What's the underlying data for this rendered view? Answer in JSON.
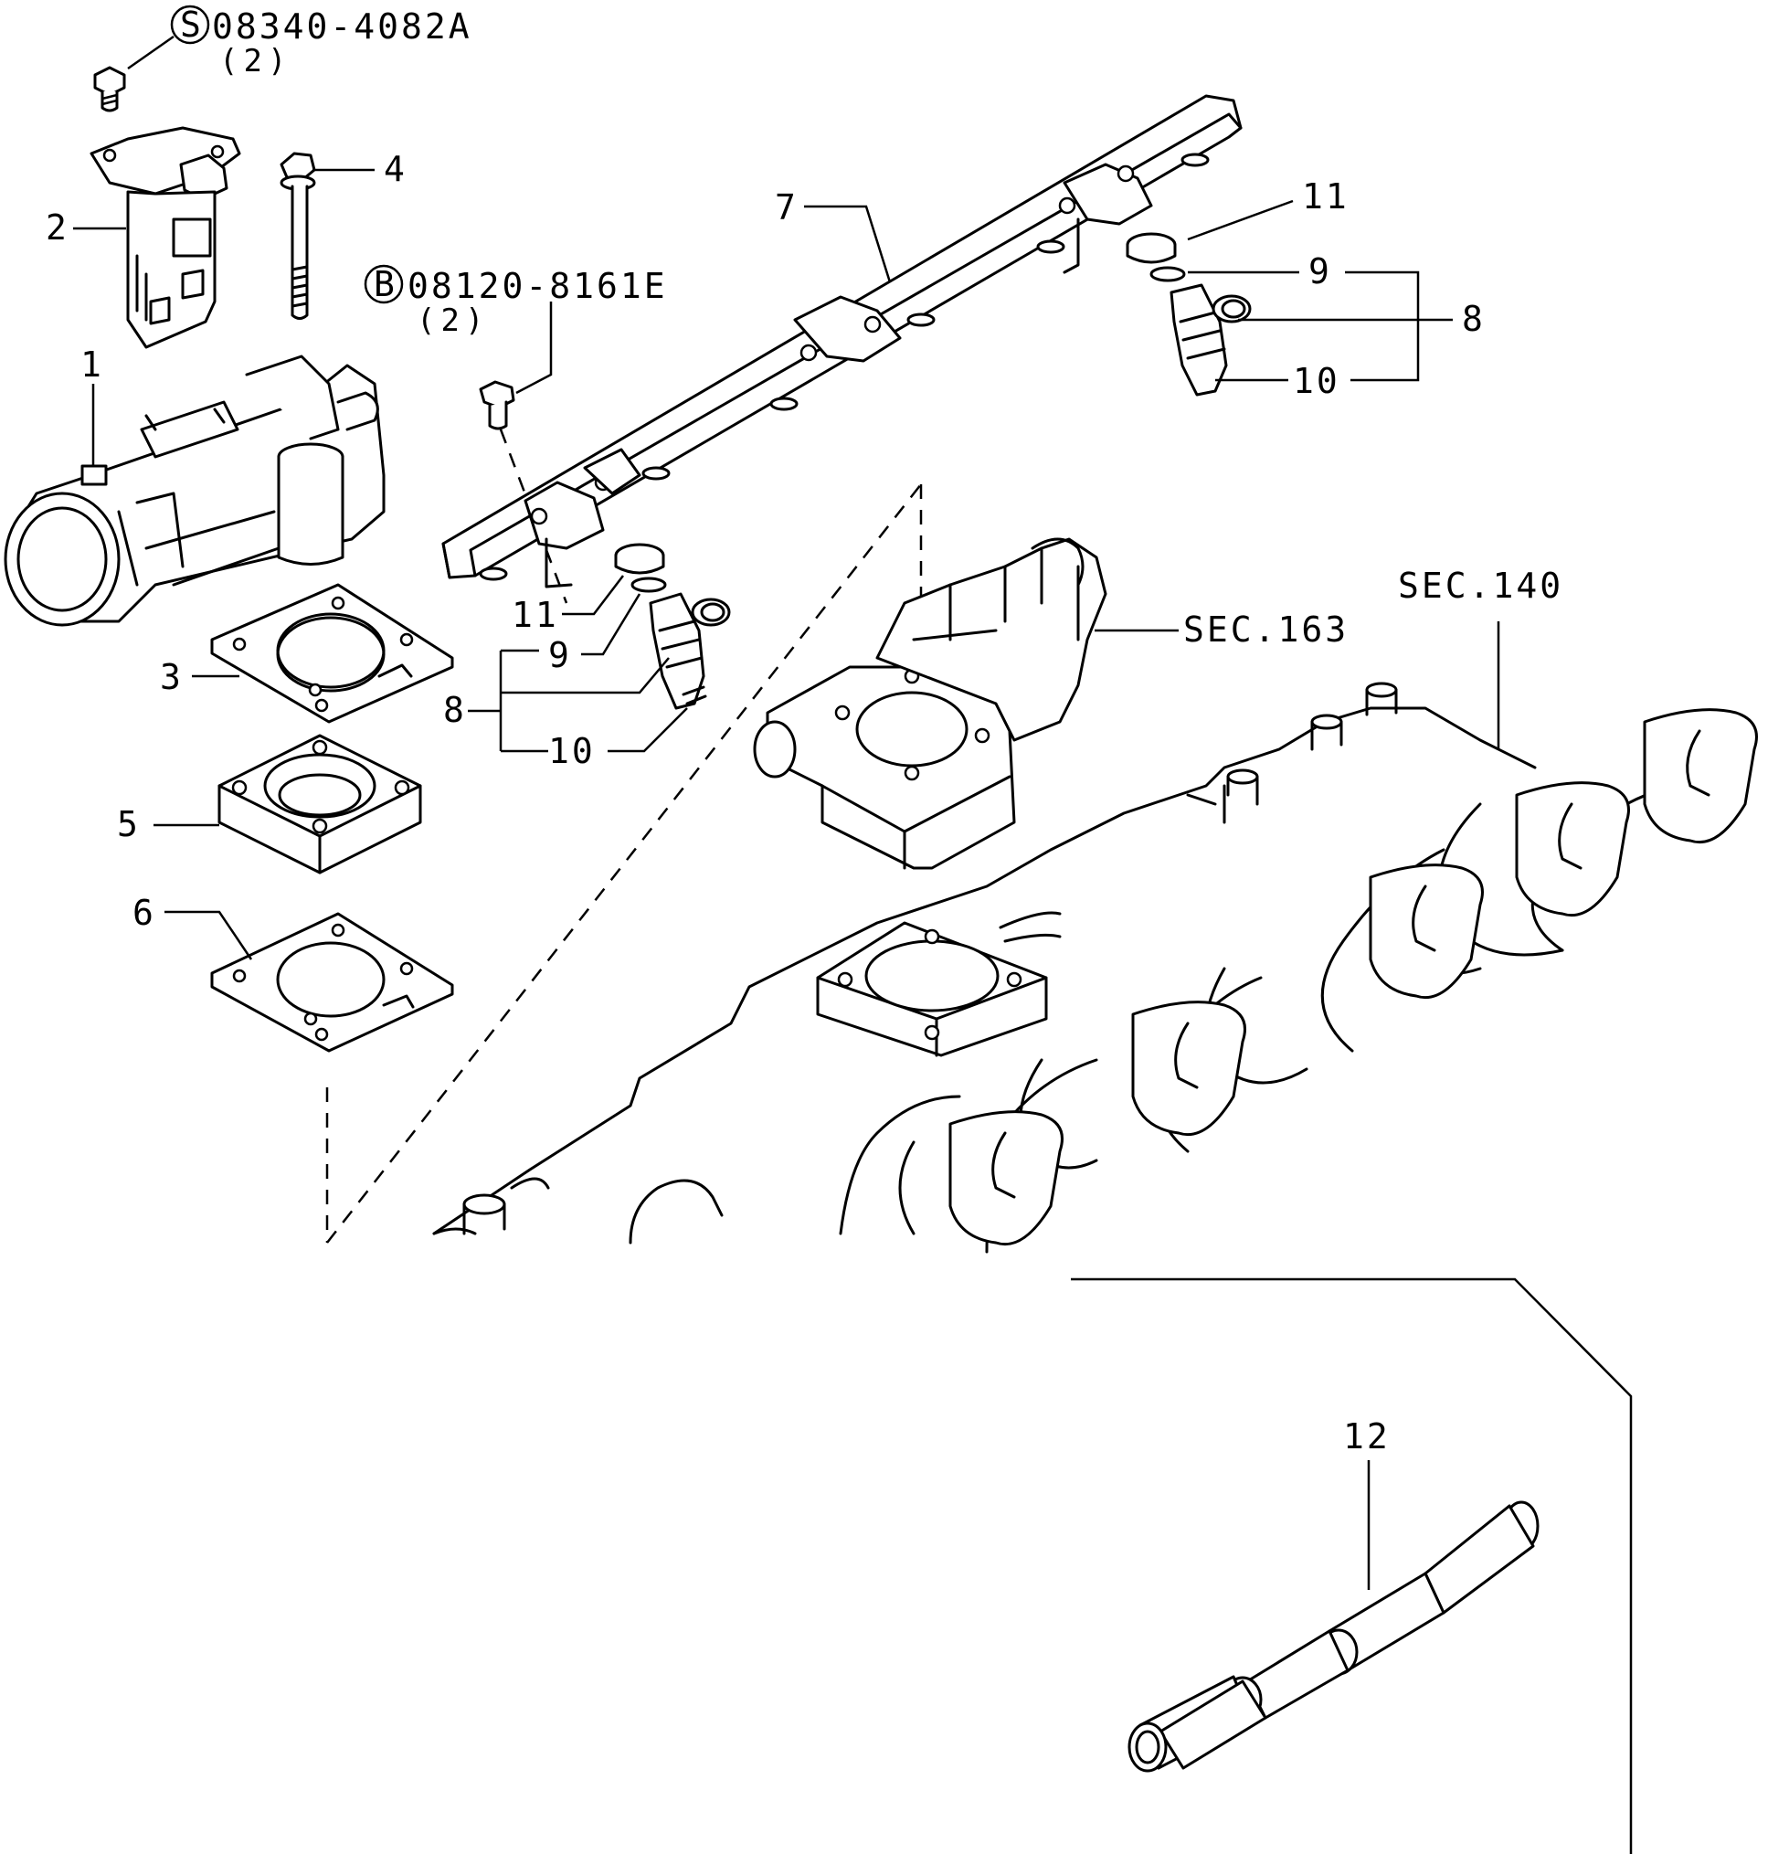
{
  "labels": {
    "part1": "1",
    "part2": "2",
    "part3": "3",
    "part4": "4",
    "part5": "5",
    "part6": "6",
    "part7": "7",
    "part8a": "8",
    "part8b": "8",
    "part9a": "9",
    "part9b": "9",
    "part10a": "10",
    "part10b": "10",
    "part11a": "11",
    "part11b": "11",
    "part12": "12"
  },
  "fasteners": {
    "screw_symbol": "S",
    "screw_number": "08340-4082A",
    "screw_qty": "(2)",
    "bolt_symbol": "B",
    "bolt_number": "08120-8161E",
    "bolt_qty": "(2)"
  },
  "section_refs": {
    "sec163": "SEC.163",
    "sec140": "SEC.140"
  }
}
